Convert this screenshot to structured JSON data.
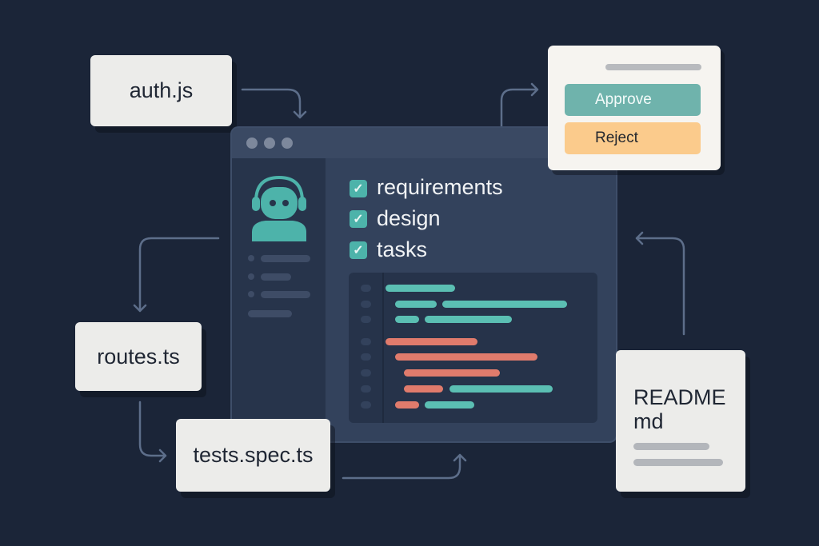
{
  "files": {
    "auth": "auth.js",
    "routes": "routes.ts",
    "tests": "tests.spec.ts",
    "readme_line1": "README",
    "readme_line2": "md"
  },
  "checklist": [
    {
      "label": "requirements",
      "checked": true
    },
    {
      "label": "design",
      "checked": true
    },
    {
      "label": "tasks",
      "checked": true
    }
  ],
  "approval": {
    "approve_label": "Approve",
    "reject_label": "Reject"
  },
  "icons": {
    "agent": "agent-headset-icon",
    "check": "checkbox-checked-icon"
  },
  "colors": {
    "background": "#1b2538",
    "teal": "#5bbfb3",
    "coral": "#e07b6c",
    "approve": "#6fb3ac",
    "reject": "#fbcb8c"
  }
}
